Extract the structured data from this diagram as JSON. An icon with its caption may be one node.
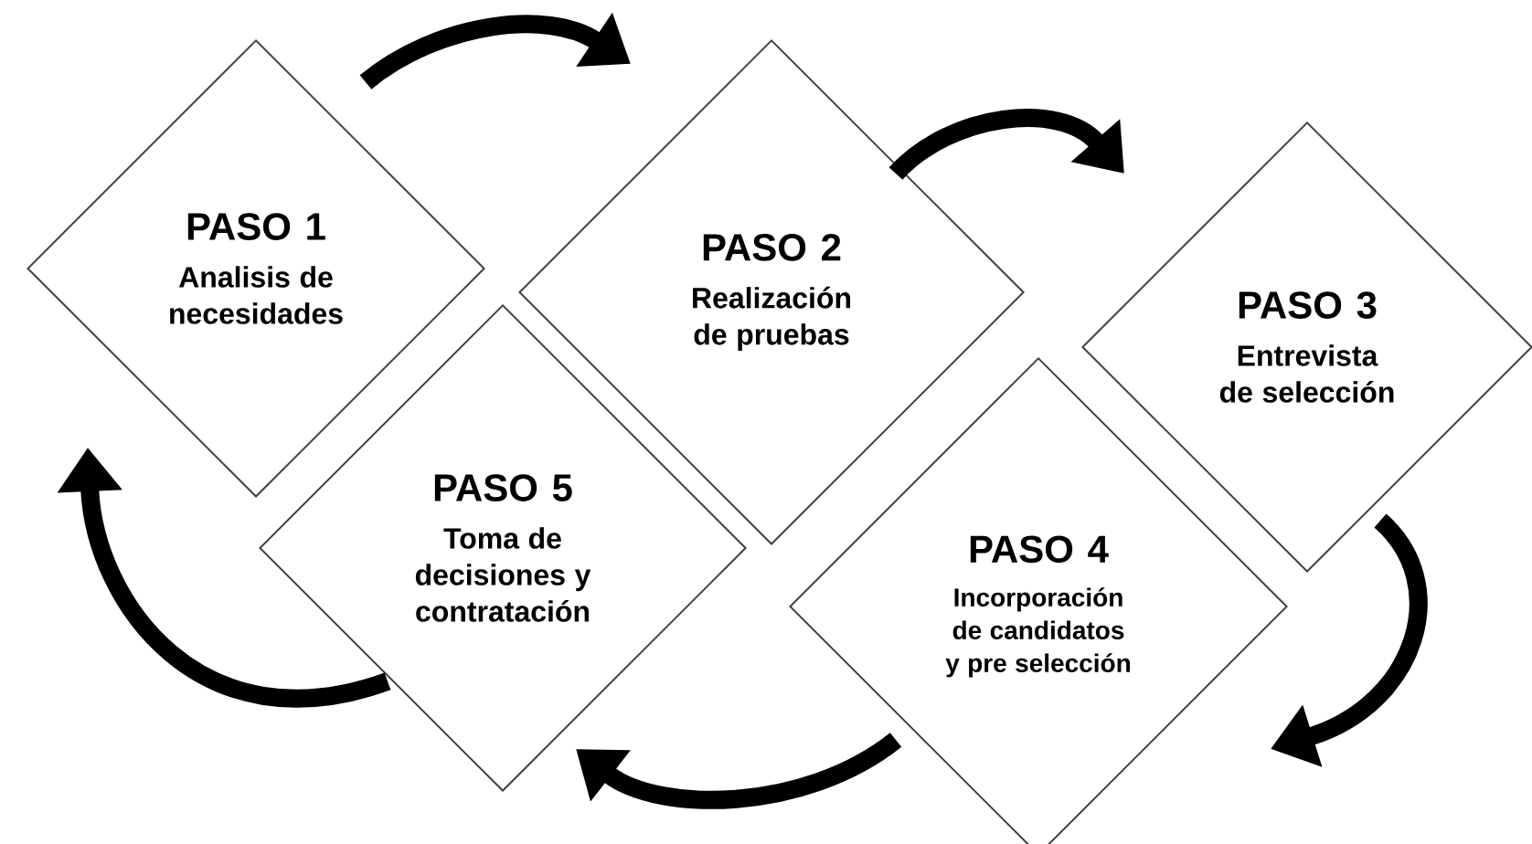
{
  "diagram": {
    "nodes": [
      {
        "text": [
          "PASO 1",
          "Analisis de necesidades"
        ]
      },
      {
        "text": [
          "PASO 2",
          "Realización de pruebas"
        ]
      },
      {
        "text": [
          "PASO 3",
          "Entrevista de selección"
        ]
      },
      {
        "text": [
          "PASO 4",
          "Incorporación de candidatos y pre selección"
        ]
      },
      {
        "text": [
          "PASO 5",
          "Toma de decisiones y contratación"
        ]
      }
    ],
    "edges": [
      {
        "from": 0,
        "to": 1,
        "arrow": "to"
      },
      {
        "from": 1,
        "to": 2,
        "arrow": "to"
      },
      {
        "from": 2,
        "to": 3,
        "arrow": "to"
      },
      {
        "from": 3,
        "to": 4,
        "arrow": "to"
      },
      {
        "from": 4,
        "to": 0,
        "arrow": "to"
      }
    ]
  }
}
